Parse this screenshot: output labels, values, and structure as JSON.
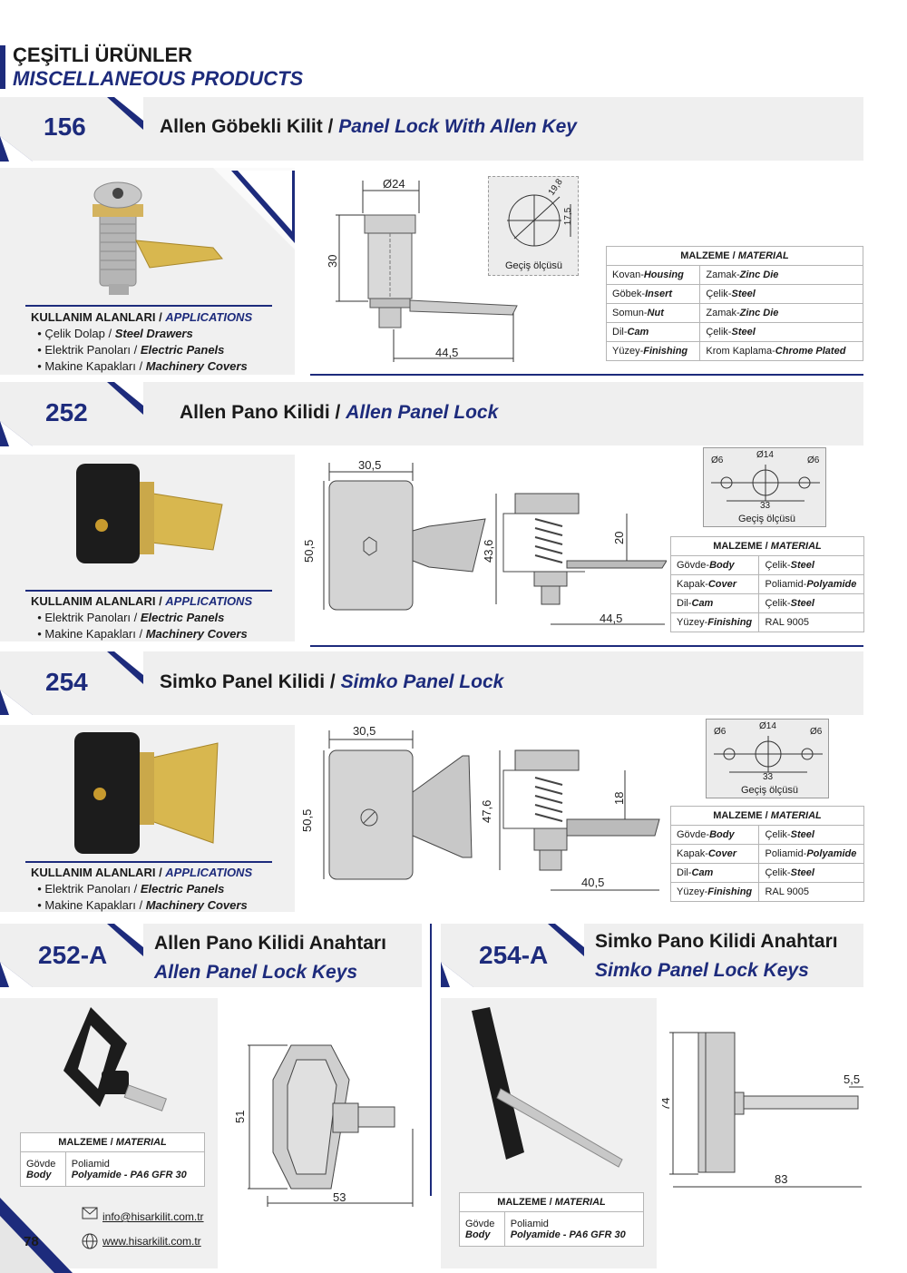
{
  "header": {
    "title_tr": "ÇEŞİTLİ ÜRÜNLER",
    "title_en": "MISCELLANEOUS PRODUCTS"
  },
  "products": {
    "p156": {
      "code": "156",
      "name_tr": "Allen Göbekli Kilit",
      "name_en": "Panel Lock With Allen Key",
      "apps_title_tr": "KULLANIM ALANLARI",
      "apps_title_en": "APPLICATIONS",
      "apps": [
        {
          "tr": "Çelik Dolap",
          "en": "Steel Drawers"
        },
        {
          "tr": "Elektrik Panoları",
          "en": "Electric Panels"
        },
        {
          "tr": "Makine Kapakları",
          "en": "Machinery Covers"
        }
      ],
      "dims": {
        "d": "Ø24",
        "h": "30",
        "l": "44,5",
        "a": "19,8",
        "b": "17,5",
        "cut": "Geçiş ölçüsü"
      },
      "material_title_tr": "MALZEME",
      "material_title_en": "MATERIAL",
      "material": [
        {
          "part_tr": "Kovan-",
          "part_en": "Housing",
          "mat_tr": "Zamak-",
          "mat_en": "Zinc Die"
        },
        {
          "part_tr": "Göbek-",
          "part_en": "Insert",
          "mat_tr": "Çelik-",
          "mat_en": "Steel"
        },
        {
          "part_tr": "Somun-",
          "part_en": "Nut",
          "mat_tr": "Zamak-",
          "mat_en": "Zinc Die"
        },
        {
          "part_tr": "Dil-",
          "part_en": "Cam",
          "mat_tr": "Çelik-",
          "mat_en": "Steel"
        },
        {
          "part_tr": "Yüzey-",
          "part_en": "Finishing",
          "mat_tr": "Krom Kaplama-",
          "mat_en": "Chrome Plated"
        }
      ]
    },
    "p252": {
      "code": "252",
      "name_tr": "Allen Pano Kilidi",
      "name_en": "Allen Panel Lock",
      "apps_title_tr": "KULLANIM ALANLARI",
      "apps_title_en": "APPLICATIONS",
      "apps": [
        {
          "tr": "Elektrik Panoları",
          "en": "Electric Panels"
        },
        {
          "tr": "Makine Kapakları",
          "en": "Machinery Covers"
        }
      ],
      "dims": {
        "w": "30,5",
        "h": "50,5",
        "h2": "43,6",
        "h3": "20",
        "l": "44,5",
        "d6a": "Ø6",
        "d14": "Ø14",
        "d6b": "Ø6",
        "c": "33",
        "cut": "Geçiş ölçüsü"
      },
      "material_title_tr": "MALZEME",
      "material_title_en": "MATERIAL",
      "material": [
        {
          "part_tr": "Gövde-",
          "part_en": "Body",
          "mat_tr": "Çelik-",
          "mat_en": "Steel"
        },
        {
          "part_tr": "Kapak-",
          "part_en": "Cover",
          "mat_tr": "Poliamid-",
          "mat_en": "Polyamide"
        },
        {
          "part_tr": "Dil-",
          "part_en": "Cam",
          "mat_tr": "Çelik-",
          "mat_en": "Steel"
        },
        {
          "part_tr": "Yüzey-",
          "part_en": "Finishing",
          "mat_tr": "RAL 9005",
          "mat_en": ""
        }
      ]
    },
    "p254": {
      "code": "254",
      "name_tr": "Simko Panel Kilidi",
      "name_en": "Simko Panel Lock",
      "apps_title_tr": "KULLANIM ALANLARI",
      "apps_title_en": "APPLICATIONS",
      "apps": [
        {
          "tr": "Elektrik Panoları",
          "en": "Electric Panels"
        },
        {
          "tr": "Makine Kapakları",
          "en": "Machinery Covers"
        }
      ],
      "dims": {
        "w": "30,5",
        "h": "50,5",
        "h2": "47,6",
        "h3": "18",
        "l": "40,5",
        "d6a": "Ø6",
        "d14": "Ø14",
        "d6b": "Ø6",
        "c": "33",
        "cut": "Geçiş ölçüsü"
      },
      "material_title_tr": "MALZEME",
      "material_title_en": "MATERIAL",
      "material": [
        {
          "part_tr": "Gövde-",
          "part_en": "Body",
          "mat_tr": "Çelik-",
          "mat_en": "Steel"
        },
        {
          "part_tr": "Kapak-",
          "part_en": "Cover",
          "mat_tr": "Poliamid-",
          "mat_en": "Polyamide"
        },
        {
          "part_tr": "Dil-",
          "part_en": "Cam",
          "mat_tr": "Çelik-",
          "mat_en": "Steel"
        },
        {
          "part_tr": "Yüzey-",
          "part_en": "Finishing",
          "mat_tr": "RAL 9005",
          "mat_en": ""
        }
      ]
    },
    "p252a": {
      "code": "252-A",
      "name_tr": "Allen Pano Kilidi Anahtarı",
      "name_en": "Allen Panel Lock Keys",
      "dims": {
        "h": "51",
        "l": "53"
      },
      "material_title_tr": "MALZEME",
      "material_title_en": "MATERIAL",
      "material": [
        {
          "part_tr": "Gövde",
          "part_en": "Body",
          "mat_tr": "Poliamid",
          "mat_en": "Polyamide - PA6 GFR 30"
        }
      ]
    },
    "p254a": {
      "code": "254-A",
      "name_tr": "Simko Pano Kilidi Anahtarı",
      "name_en": "Simko Panel Lock Keys",
      "dims": {
        "h": "74",
        "l": "83",
        "s": "5,5"
      },
      "material_title_tr": "MALZEME",
      "material_title_en": "MATERIAL",
      "material": [
        {
          "part_tr": "Gövde",
          "part_en": "Body",
          "mat_tr": "Poliamid",
          "mat_en": "Polyamide - PA6 GFR 30"
        }
      ]
    }
  },
  "footer": {
    "page": "78",
    "email": "info@hisarkilit.com.tr",
    "web": "www.hisarkilit.com.tr"
  },
  "colors": {
    "brand": "#1d2b7c",
    "band": "#efefef"
  }
}
